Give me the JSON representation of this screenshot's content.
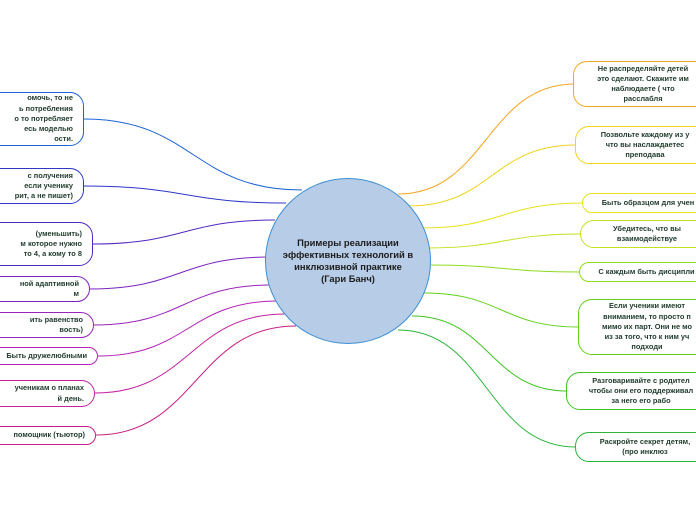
{
  "center": {
    "lines": [
      "Примеры реализации",
      "эффективных технологий в",
      "инклюзивной практике",
      "(Гари Банч)"
    ]
  },
  "right_nodes": [
    {
      "color": "#f5a623",
      "lines": [
        "Не распределяйте детей",
        "это сделают. Скажите им",
        "наблюдаете ( что",
        "расслабля"
      ]
    },
    {
      "color": "#f1d318",
      "lines": [
        "Позвольте каждому из у",
        "что вы наслаждаетес",
        "преподава"
      ]
    },
    {
      "color": "#e8e21a",
      "lines": [
        "Быть образцом для учен"
      ]
    },
    {
      "color": "#c5e01e",
      "lines": [
        "Убедитесь, что вы",
        "взаимодействуе"
      ]
    },
    {
      "color": "#8edc1f",
      "lines": [
        "С каждым быть дисципли"
      ]
    },
    {
      "color": "#63d01d",
      "lines": [
        "Если ученики имеют",
        "вниманием, то просто п",
        "мимо их парт. Они не мо",
        "из за того, что к ним уч",
        "подходи"
      ]
    },
    {
      "color": "#3fc421",
      "lines": [
        "Разговаривайте с родител",
        "чтобы они его поддерживал",
        "за него его рабо"
      ]
    },
    {
      "color": "#2ab53a",
      "lines": [
        "Раскройте секрет детям,",
        "(про инклюз"
      ]
    }
  ],
  "left_nodes": [
    {
      "color": "#1c63d6",
      "lines": [
        "омочь, то не",
        "ь потребления",
        "о то потребляет",
        "есь моделью",
        "ости."
      ]
    },
    {
      "color": "#2d37c8",
      "lines": [
        "с получения",
        "если ученику",
        "рит, а не пишет)"
      ]
    },
    {
      "color": "#5228c0",
      "lines": [
        "(уменьшить)",
        "м которое нужно",
        "то 4, а кому то 8"
      ]
    },
    {
      "color": "#7a23bd",
      "lines": [
        "ной адаптивной",
        "м"
      ]
    },
    {
      "color": "#9a22bd",
      "lines": [
        "ить равенство",
        "вость)"
      ]
    },
    {
      "color": "#b621b8",
      "lines": [
        "Быть дружелюбными"
      ]
    },
    {
      "color": "#c6209f",
      "lines": [
        "ученикам о планах",
        "й день."
      ]
    },
    {
      "color": "#c81d86",
      "lines": [
        "помощник (тьютор)"
      ]
    }
  ]
}
